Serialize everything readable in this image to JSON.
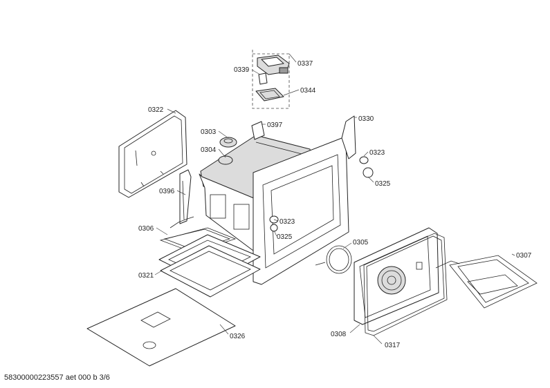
{
  "footer": {
    "text": "58300000223557 aet 000 b 3/6"
  },
  "callouts": {
    "c0337": "0337",
    "c0339": "0339",
    "c0344": "0344",
    "c0322": "0322",
    "c0303": "0303",
    "c0397": "0397",
    "c0330": "0330",
    "c0304": "0304",
    "c0323a": "0323",
    "c0325a": "0325",
    "c0396": "0396",
    "c0323b": "0323",
    "c0325b": "0325",
    "c0306": "0306",
    "c0305": "0305",
    "c0307": "0307",
    "c0321": "0321",
    "c0326": "0326",
    "c0308": "0308",
    "c0317": "0317"
  }
}
